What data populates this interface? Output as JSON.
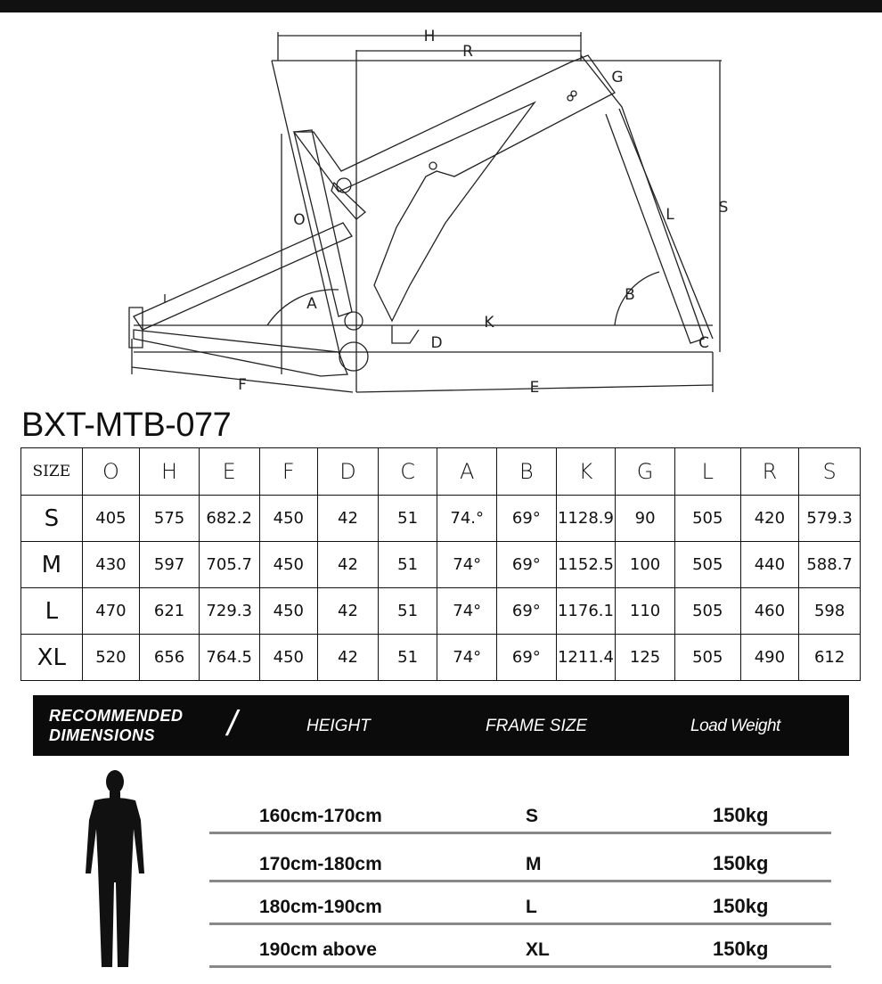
{
  "diagram_labels": {
    "H": "H",
    "R": "R",
    "G": "G",
    "S": "S",
    "L": "L",
    "D": "D",
    "A": "A",
    "B": "B",
    "K": "K",
    "C": "C",
    "F": "F",
    "E": "E",
    "O": "O"
  },
  "model": "BXT-MTB-077",
  "table": {
    "headers": [
      "SIZE",
      "O",
      "H",
      "E",
      "F",
      "D",
      "C",
      "A",
      "B",
      "K",
      "G",
      "L",
      "R",
      "S"
    ],
    "rows": [
      [
        "S",
        "405",
        "575",
        "682.2",
        "450",
        "42",
        "51",
        "74.°",
        "69°",
        "1128.9",
        "90",
        "505",
        "420",
        "579.3"
      ],
      [
        "M",
        "430",
        "597",
        "705.7",
        "450",
        "42",
        "51",
        "74°",
        "69°",
        "1152.5",
        "100",
        "505",
        "440",
        "588.7"
      ],
      [
        "L",
        "470",
        "621",
        "729.3",
        "450",
        "42",
        "51",
        "74°",
        "69°",
        "1176.1",
        "110",
        "505",
        "460",
        "598"
      ],
      [
        "XL",
        "520",
        "656",
        "764.5",
        "450",
        "42",
        "51",
        "74°",
        "69°",
        "1211.4",
        "125",
        "505",
        "490",
        "612"
      ]
    ]
  },
  "banner": {
    "recommended_line1": "RECOMMENDED",
    "recommended_line2": "DIMENSIONS",
    "slash": "/",
    "height": "HEIGHT",
    "frame_size": "FRAME SIZE",
    "load_weight": "Load Weight"
  },
  "recommendations": [
    {
      "height": "160cm-170cm",
      "size": "S",
      "load": "150kg"
    },
    {
      "height": "170cm-180cm",
      "size": "M",
      "load": "150kg"
    },
    {
      "height": "180cm-190cm",
      "size": "L",
      "load": "150kg"
    },
    {
      "height": "190cm above",
      "size": "XL",
      "load": "150kg"
    }
  ]
}
